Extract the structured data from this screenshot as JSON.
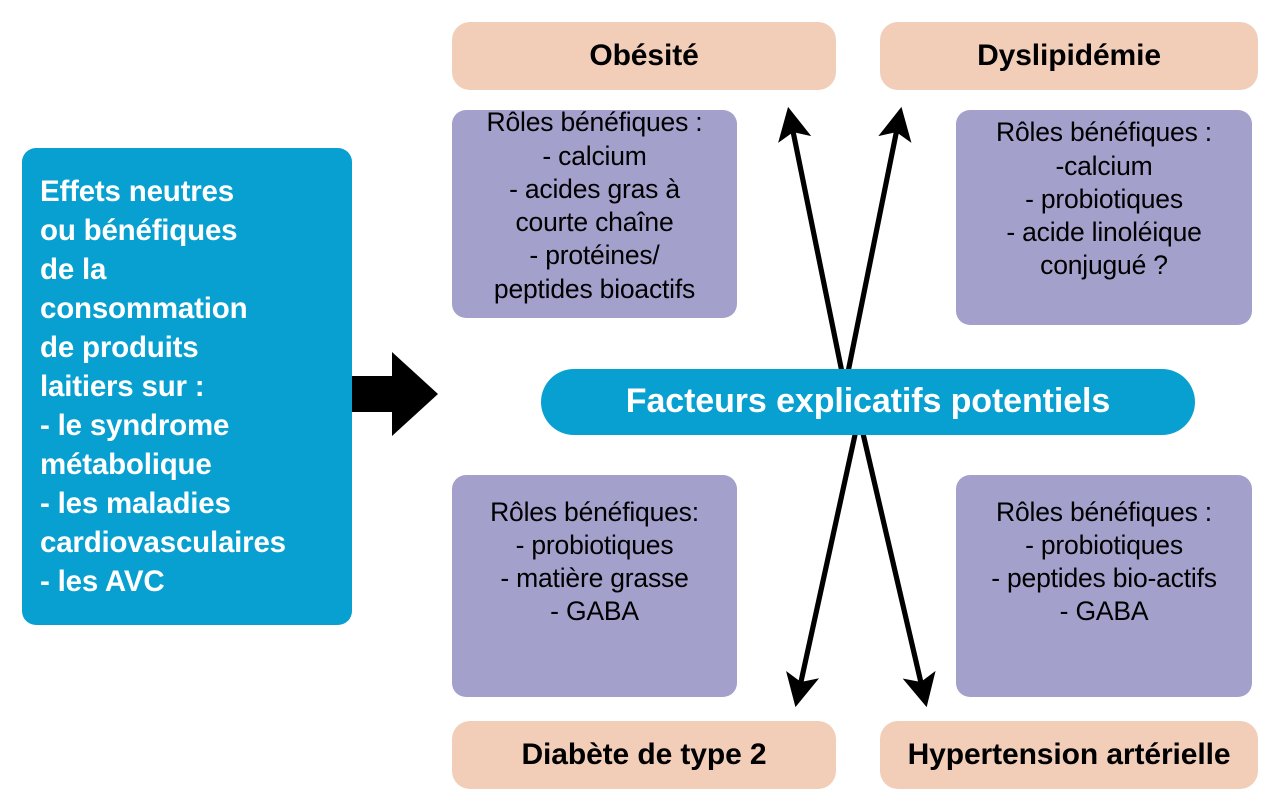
{
  "diagram": {
    "title_present": false,
    "colors": {
      "blue": "#07a0d0",
      "peach": "#f2cdb8",
      "purple": "#a3a0cc",
      "arrow": "#000000",
      "white": "#ffffff"
    },
    "left_panel": {
      "text": "Effets neutres\nou bénéfiques\nde la\nconsommation\nde produits\nlaitiers sur :\n- le syndrome\nmétabolique\n- les maladies\ncardiovasculaires\n- les AVC"
    },
    "center_bar": {
      "text": "Facteurs explicatifs potentiels"
    },
    "outcomes": [
      {
        "id": "obesite",
        "label": "Obésité"
      },
      {
        "id": "dyslipidemie",
        "label": "Dyslipidémie"
      },
      {
        "id": "diabete",
        "label": "Diabète de type 2"
      },
      {
        "id": "hypertension",
        "label": "Hypertension artérielle"
      }
    ],
    "factors": [
      {
        "id": "factors-obesite",
        "text": "Rôles bénéfiques :\n- calcium\n- acides gras à\ncourte chaîne\n- protéines/\npeptides bioactifs"
      },
      {
        "id": "factors-dyslipidemie",
        "text": "Rôles bénéfiques :\n-calcium\n- probiotiques\n- acide linoléique\nconjugué ?"
      },
      {
        "id": "factors-diabete",
        "text": "Rôles bénéfiques:\n- probiotiques\n- matière grasse\n- GABA"
      },
      {
        "id": "factors-hypertension",
        "text": "Rôles bénéfiques :\n- probiotiques\n- peptides bio-actifs\n- GABA"
      }
    ],
    "arrows": {
      "block_arrow": {
        "name": "right-block-arrow",
        "direction": "right"
      },
      "connectors": [
        {
          "name": "arrow-to-obesite",
          "direction": "up-left"
        },
        {
          "name": "arrow-to-dyslipidemie",
          "direction": "up-right"
        },
        {
          "name": "arrow-to-diabete",
          "direction": "down-left"
        },
        {
          "name": "arrow-to-hypertension",
          "direction": "down-right"
        }
      ]
    }
  }
}
